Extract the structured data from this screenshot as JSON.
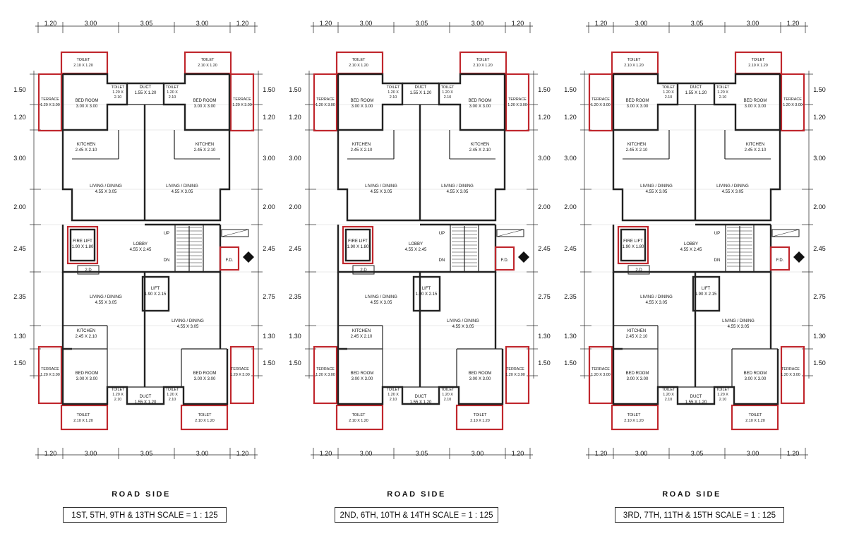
{
  "plans": [
    {
      "caption": "1ST, 5TH, 9TH & 13TH    SCALE = 1 : 125",
      "road": "ROAD SIDE",
      "lift_side": "right"
    },
    {
      "caption": "2ND, 6TH, 10TH & 14TH    SCALE = 1 : 125",
      "road": "ROAD SIDE",
      "lift_side": "left"
    },
    {
      "caption": "3RD, 7TH, 11TH & 15TH    SCALE = 1 : 125",
      "road": "ROAD SIDE",
      "lift_side": "right"
    }
  ],
  "dims": {
    "top": [
      "1.20",
      "3.00",
      "3.05",
      "3.00",
      "1.20"
    ],
    "left": [
      "1.50",
      "1.20",
      "3.00",
      "2.00",
      "2.45",
      "2.35",
      "1.30",
      "1.50"
    ],
    "right": [
      "1.50",
      "1.20",
      "3.00",
      "2.00",
      "2.45",
      "2.75",
      "1.30",
      "1.50"
    ]
  },
  "rooms": {
    "toilet": {
      "name": "TOILET",
      "size": "2.10 X 1.20"
    },
    "toilet_small": {
      "name": "TOILET",
      "size_a": "1.20 X",
      "size_b": "2.10"
    },
    "duct": {
      "name": "DUCT",
      "size": "1.55 X 1.20"
    },
    "bed": {
      "name": "BED ROOM",
      "size": "3.00 X 3.00"
    },
    "terrace": {
      "name": "TERRACE",
      "size": "1.20 X 3.00"
    },
    "kitchen": {
      "name": "KITCHEN",
      "size": "2.45 X 2.10"
    },
    "living": {
      "name": "LIVING / DINING",
      "size": "4.55 X 3.05"
    },
    "fire_lift": {
      "name": "FIRE LIFT",
      "size": "1.90 X 1.80"
    },
    "lobby": {
      "name": "LOBBY",
      "size": "4.55 X 2.45"
    },
    "lift": {
      "name": "LIFT",
      "size": "1.90 X 2.15"
    },
    "fd": "F.D.",
    "fd_small": "2.D",
    "fd_label": "F.D",
    "up": "UP",
    "dn": "DN"
  },
  "colors": {
    "outline": "#c0272d",
    "wall": "#222222"
  }
}
